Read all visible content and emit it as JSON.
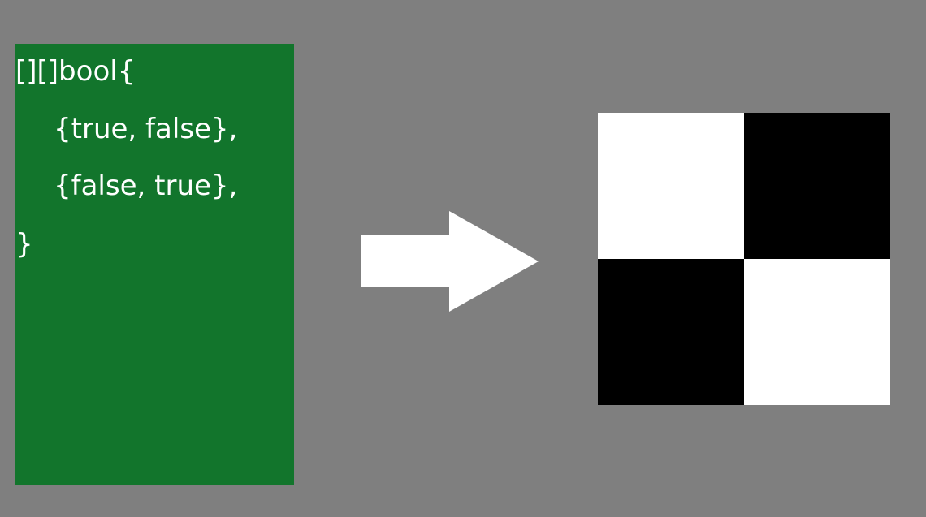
{
  "code": {
    "lines": [
      "[][]bool{",
      "{true, false},",
      "{false, true},",
      "}"
    ]
  },
  "colors": {
    "background": "#7f7f7f",
    "code_panel": "#12752c",
    "text": "#ffffff",
    "arrow": "#ffffff",
    "cell_true": "#ffffff",
    "cell_false": "#000000"
  },
  "icons": {
    "arrow": "right-arrow-icon"
  },
  "grid": {
    "rows": [
      [
        true,
        false
      ],
      [
        false,
        true
      ]
    ]
  }
}
